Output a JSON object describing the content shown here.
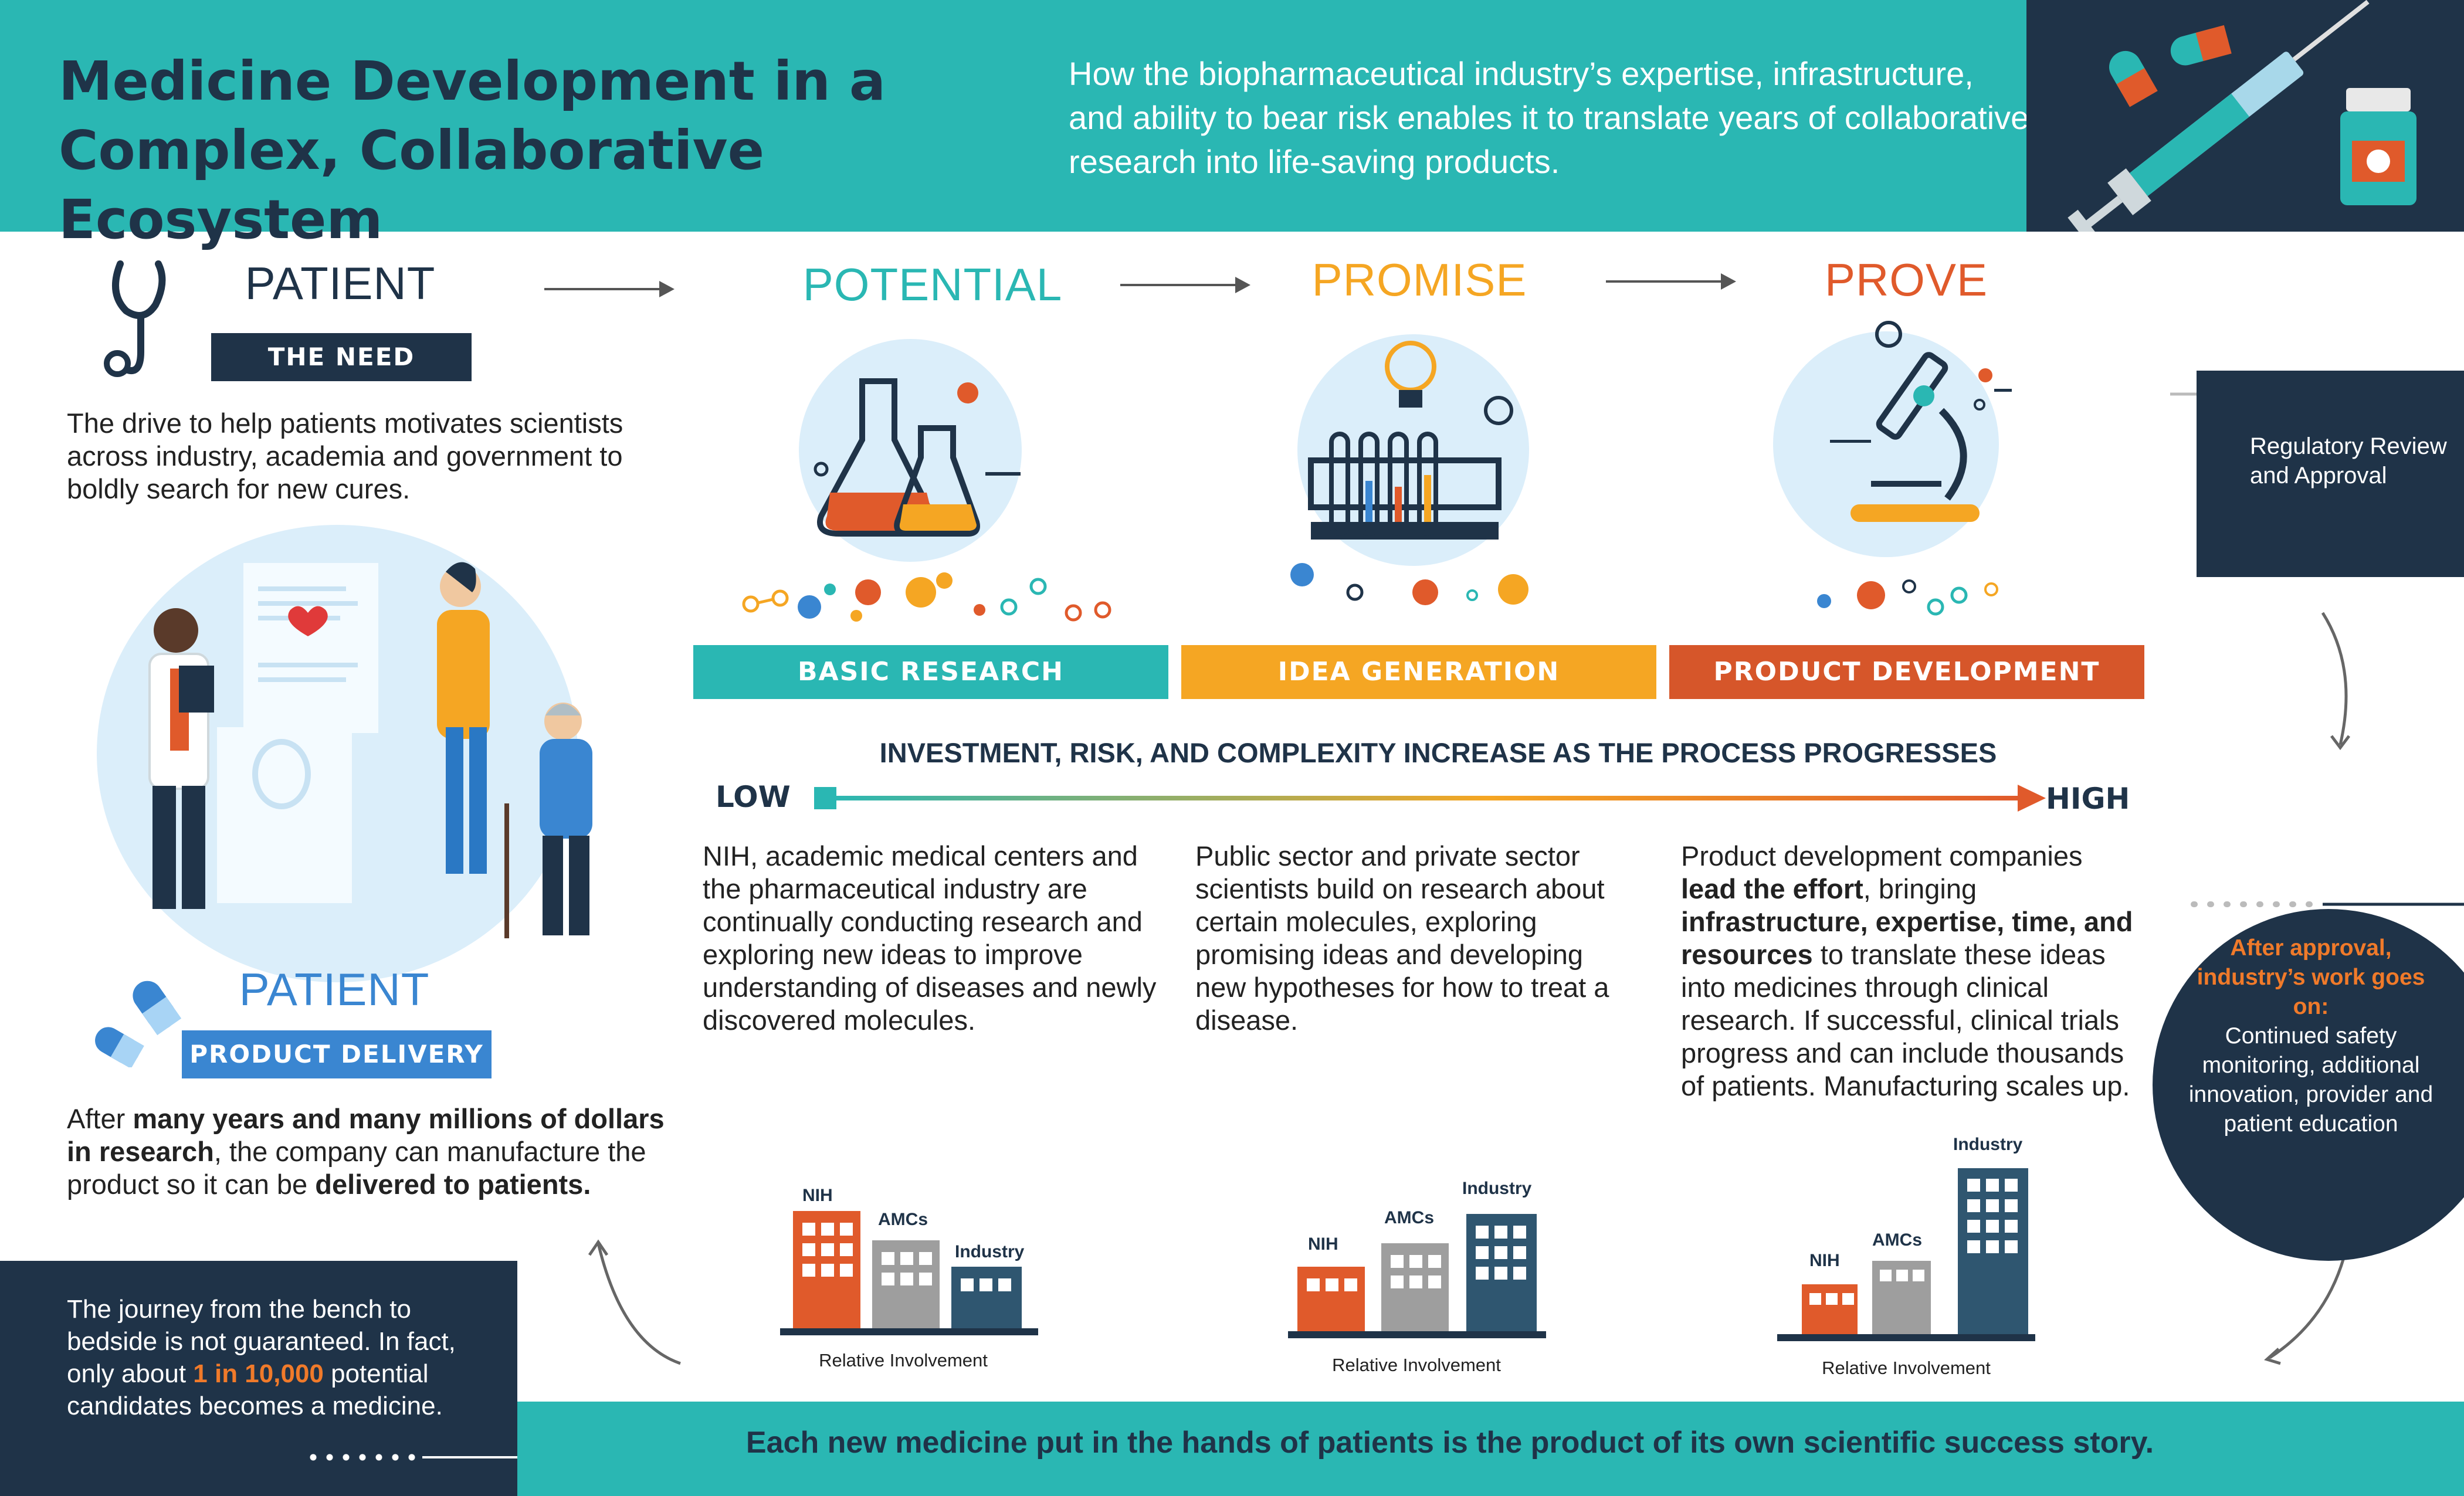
{
  "header": {
    "title_line1": "Medicine Development in a",
    "title_line2": "Complex, Collaborative Ecosystem",
    "subtitle": "How the biopharmaceutical industry’s expertise, infrastructure, and ability to bear risk enables it to translate years of collaborative research into life-saving products."
  },
  "patient_need": {
    "heading": "PATIENT",
    "badge": "THE NEED",
    "text": "The drive to help patients motivates scientists across industry, academia and government to boldly search for new cures."
  },
  "patient_delivery": {
    "heading": "PATIENT",
    "badge": "PRODUCT DELIVERY",
    "text_1": "After ",
    "text_bold_1": "many years and many millions of dollars in research",
    "text_2": ", the company can manufacture the product so it can be ",
    "text_bold_2": "delivered to patients."
  },
  "journey": {
    "text_1": "The journey from the bench to bedside is not guaranteed. In fact, only about ",
    "highlight": "1 in 10,000",
    "text_2": " potential candidates becomes a medicine."
  },
  "stages": [
    {
      "title": "POTENTIAL",
      "bar": "BASIC RESEARCH",
      "text": "NIH, academic medical centers and the pharmaceutical industry are continually conducting research and exploring new ideas to improve understanding of diseases and newly discovered molecules."
    },
    {
      "title": "PROMISE",
      "bar": "IDEA GENERATION",
      "text": "Public sector and private sector scientists build on research about certain molecules, exploring promising ideas and developing new hypotheses for how to treat a disease."
    },
    {
      "title": "PROVE",
      "bar": "PRODUCT DEVELOPMENT",
      "text_1": "Product development companies ",
      "text_bold_1": "lead the effort",
      "text_2": ", bringing ",
      "text_bold_2": "infrastructure, expertise, time, and resources",
      "text_3": " to translate these ideas into medicines through clinical research. If successful, clinical trials progress and can include thousands of patients. Manufacturing scales up."
    }
  ],
  "progress": {
    "heading": "INVESTMENT, RISK, AND COMPLEXITY INCREASE AS THE PROCESS PROGRESSES",
    "low": "LOW",
    "high": "HIGH"
  },
  "regulatory": {
    "text": "Regulatory Review and Approval"
  },
  "post_approval": {
    "heading": "After approval, industry’s work goes on:",
    "text": "Continued safety monitoring, additional innovation, provider and patient education"
  },
  "involvement": {
    "nih": "NIH",
    "amcs": "AMCs",
    "industry": "Industry",
    "caption": "Relative Involvement"
  },
  "footer": {
    "text": "Each new medicine put in the hands of patients is the product of its own scientific success story."
  },
  "colors": {
    "teal": "#2ab7b3",
    "navy": "#1f3348",
    "orange": "#f5a623",
    "red_orange": "#e05a2b",
    "blue": "#3a86d1"
  }
}
